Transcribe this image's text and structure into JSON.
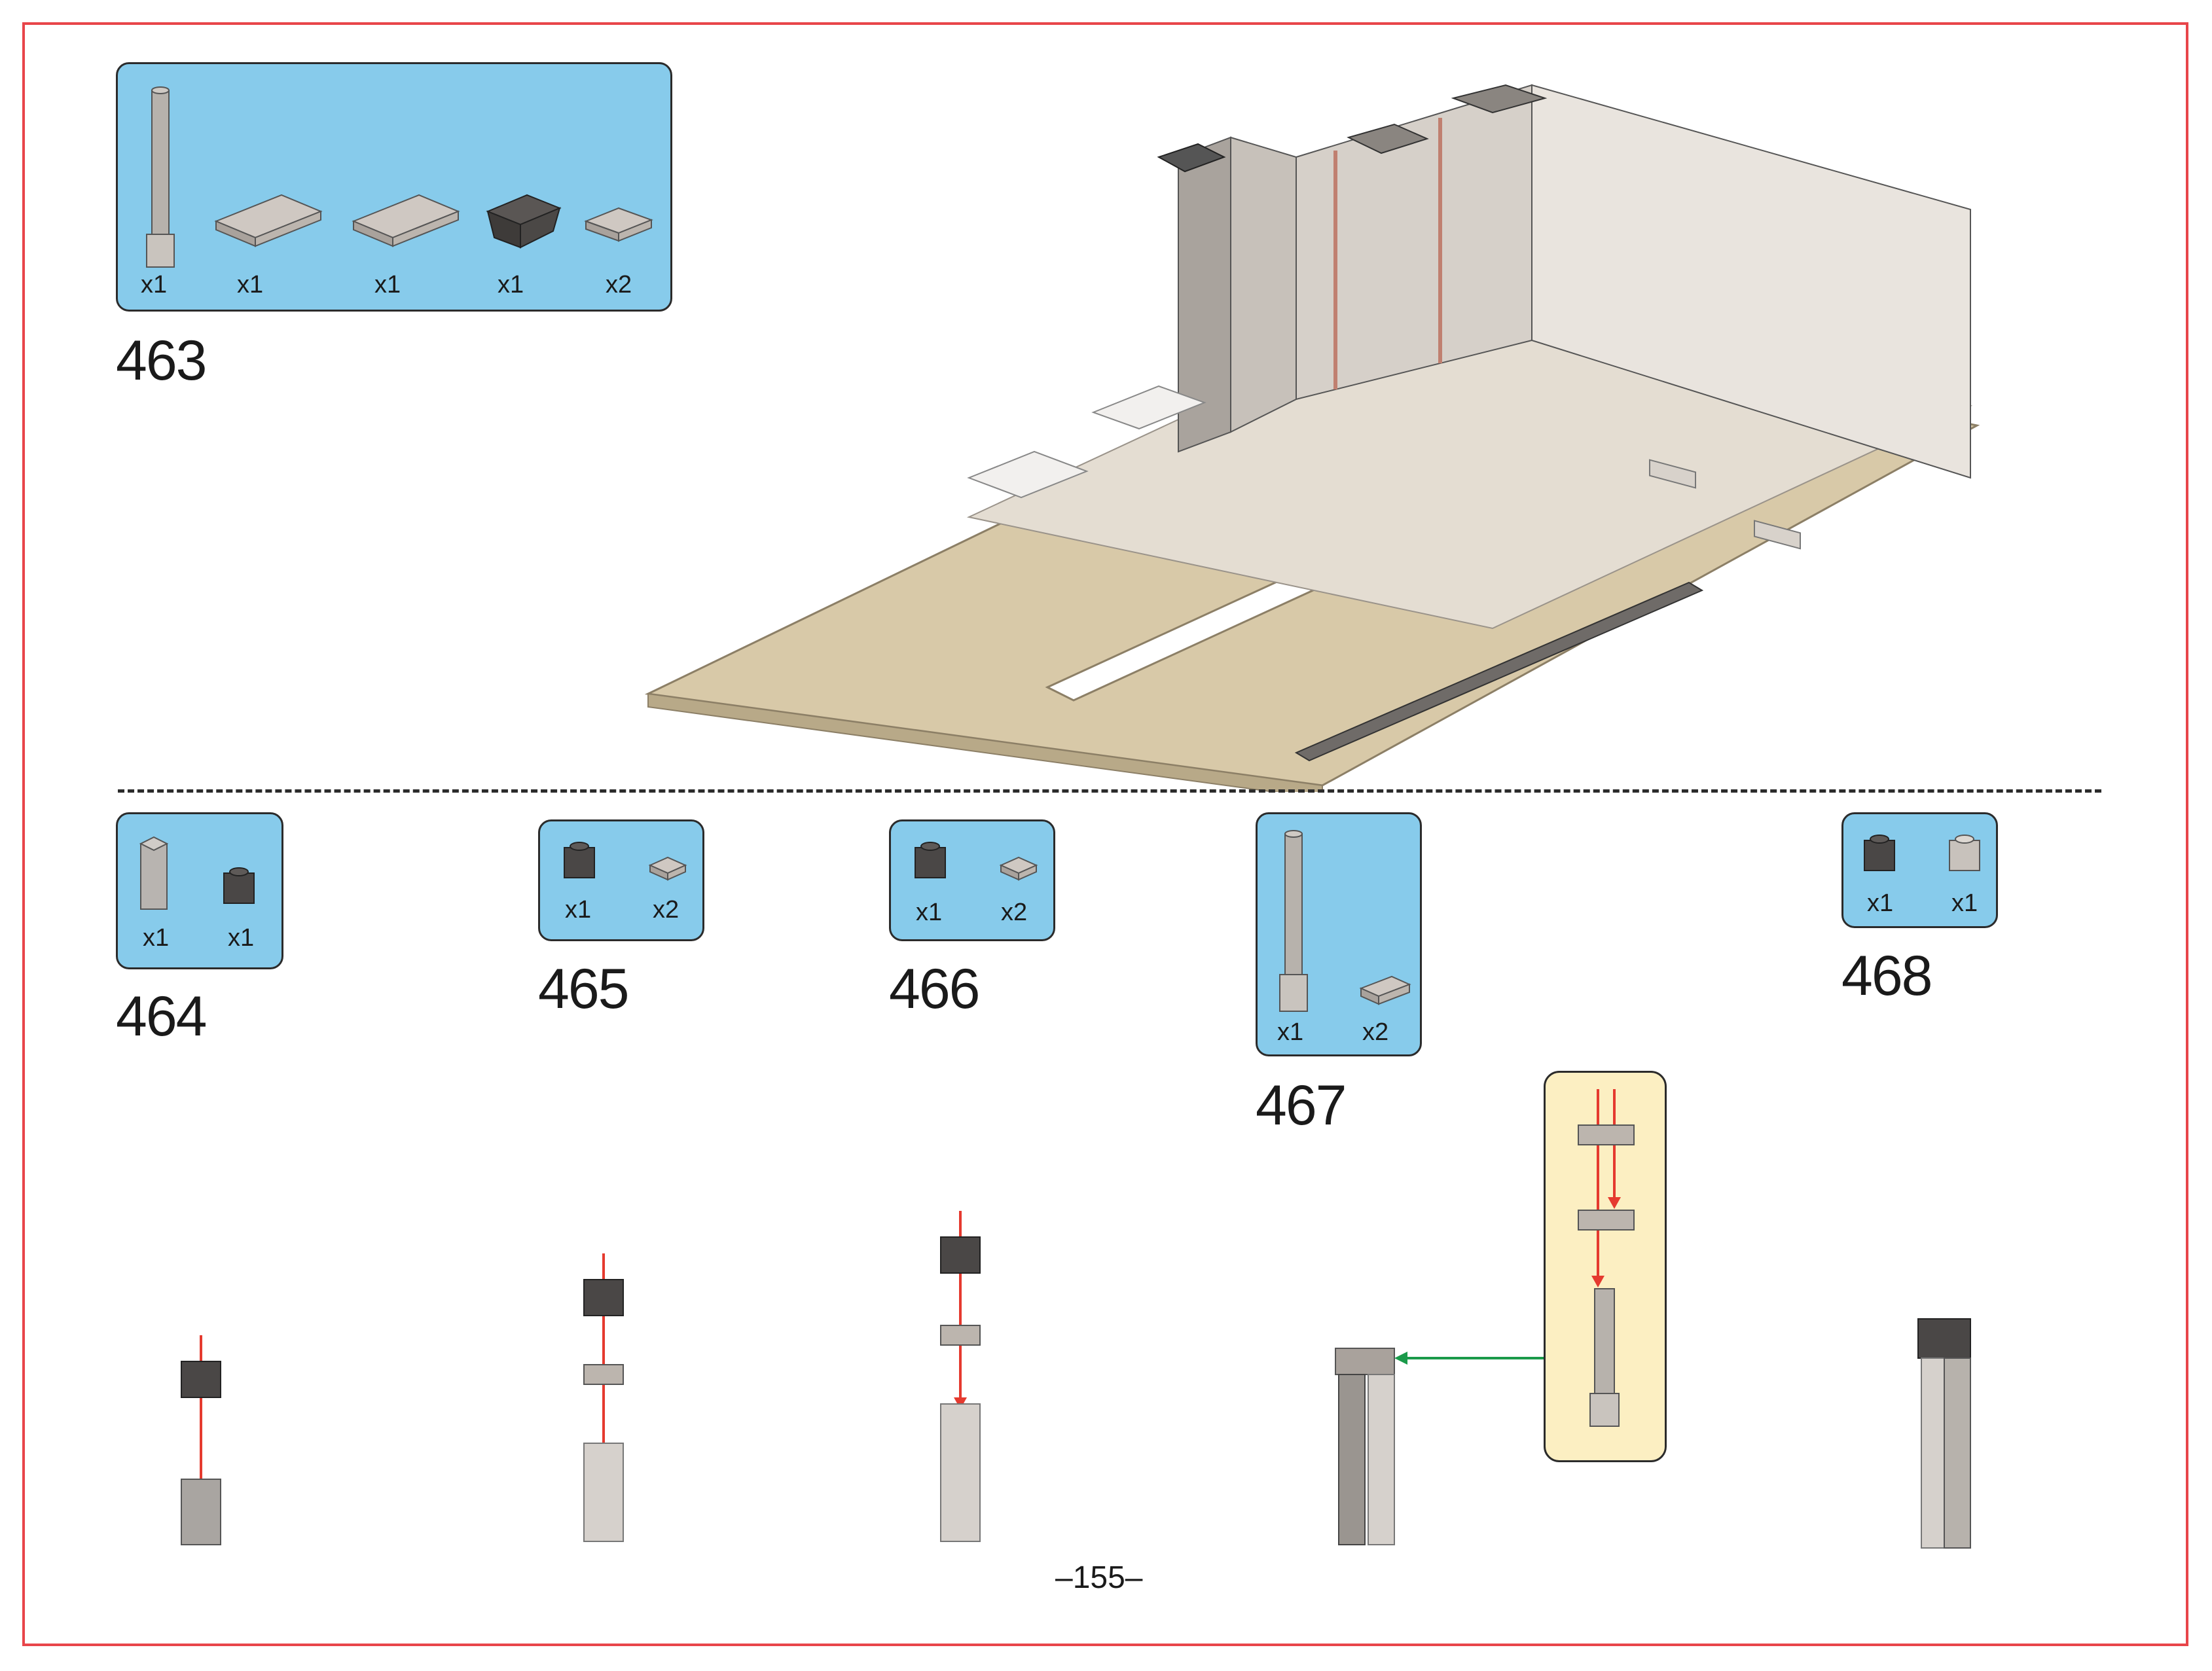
{
  "page": {
    "number": "–155–"
  },
  "steps": [
    {
      "id": "463",
      "parts": [
        {
          "name": "long-pillar-brick",
          "qty": "x1"
        },
        {
          "name": "plate-2x4",
          "qty": "x1"
        },
        {
          "name": "plate-2x4",
          "qty": "x1"
        },
        {
          "name": "dark-slope-inverted",
          "qty": "x1"
        },
        {
          "name": "plate-2x2",
          "qty": "x2"
        }
      ]
    },
    {
      "id": "464",
      "parts": [
        {
          "name": "tall-brick",
          "qty": "x1"
        },
        {
          "name": "dark-headlight-brick",
          "qty": "x1"
        }
      ]
    },
    {
      "id": "465",
      "parts": [
        {
          "name": "dark-headlight-brick",
          "qty": "x1"
        },
        {
          "name": "small-plate",
          "qty": "x2"
        }
      ]
    },
    {
      "id": "466",
      "parts": [
        {
          "name": "dark-headlight-brick",
          "qty": "x1"
        },
        {
          "name": "small-plate",
          "qty": "x2"
        }
      ]
    },
    {
      "id": "467",
      "parts": [
        {
          "name": "long-pillar-brick",
          "qty": "x1"
        },
        {
          "name": "plate-1x2",
          "qty": "x2"
        }
      ]
    },
    {
      "id": "468",
      "parts": [
        {
          "name": "dark-headlight-brick",
          "qty": "x1"
        },
        {
          "name": "light-headlight-brick",
          "qty": "x1"
        }
      ]
    }
  ],
  "colors": {
    "frame": "#e8454a",
    "parts_box": "#87cbeb",
    "callout": "#fcefc2",
    "arrow_red": "#e53a2f",
    "arrow_green": "#1a9a4a",
    "baseplate": "#d8c9a8"
  }
}
